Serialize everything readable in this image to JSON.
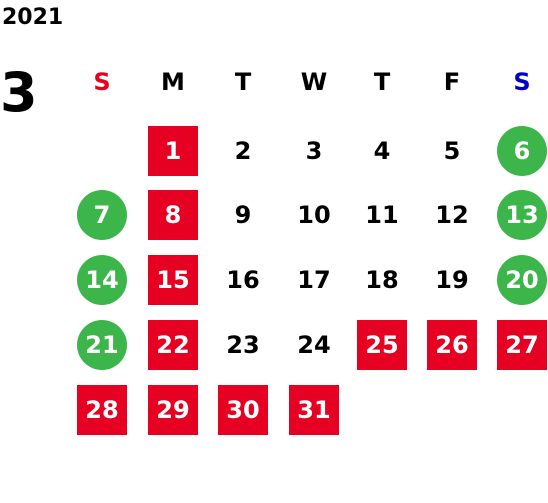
{
  "header": {
    "year": "2021",
    "month": "3"
  },
  "colors": {
    "sunday_label": "#e8001c",
    "saturday_label": "#0000cc",
    "weekday_label": "#000000",
    "red_square": "#e60022",
    "green_circle": "#3cb54a",
    "plain_text": "#000000"
  },
  "weekdays": [
    {
      "label": "S",
      "type": "sunday"
    },
    {
      "label": "M",
      "type": "weekday"
    },
    {
      "label": "T",
      "type": "weekday"
    },
    {
      "label": "W",
      "type": "weekday"
    },
    {
      "label": "T",
      "type": "weekday"
    },
    {
      "label": "F",
      "type": "weekday"
    },
    {
      "label": "S",
      "type": "saturday"
    }
  ],
  "first_weekday_index": 1,
  "days": [
    {
      "day": "1",
      "style": "red"
    },
    {
      "day": "2",
      "style": "plain"
    },
    {
      "day": "3",
      "style": "plain"
    },
    {
      "day": "4",
      "style": "plain"
    },
    {
      "day": "5",
      "style": "plain"
    },
    {
      "day": "6",
      "style": "green"
    },
    {
      "day": "7",
      "style": "green"
    },
    {
      "day": "8",
      "style": "red"
    },
    {
      "day": "9",
      "style": "plain"
    },
    {
      "day": "10",
      "style": "plain"
    },
    {
      "day": "11",
      "style": "plain"
    },
    {
      "day": "12",
      "style": "plain"
    },
    {
      "day": "13",
      "style": "green"
    },
    {
      "day": "14",
      "style": "green"
    },
    {
      "day": "15",
      "style": "red"
    },
    {
      "day": "16",
      "style": "plain"
    },
    {
      "day": "17",
      "style": "plain"
    },
    {
      "day": "18",
      "style": "plain"
    },
    {
      "day": "19",
      "style": "plain"
    },
    {
      "day": "20",
      "style": "green"
    },
    {
      "day": "21",
      "style": "green"
    },
    {
      "day": "22",
      "style": "red"
    },
    {
      "day": "23",
      "style": "plain"
    },
    {
      "day": "24",
      "style": "plain"
    },
    {
      "day": "25",
      "style": "red"
    },
    {
      "day": "26",
      "style": "red"
    },
    {
      "day": "27",
      "style": "red"
    },
    {
      "day": "28",
      "style": "red"
    },
    {
      "day": "29",
      "style": "red"
    },
    {
      "day": "30",
      "style": "red"
    },
    {
      "day": "31",
      "style": "red"
    }
  ]
}
